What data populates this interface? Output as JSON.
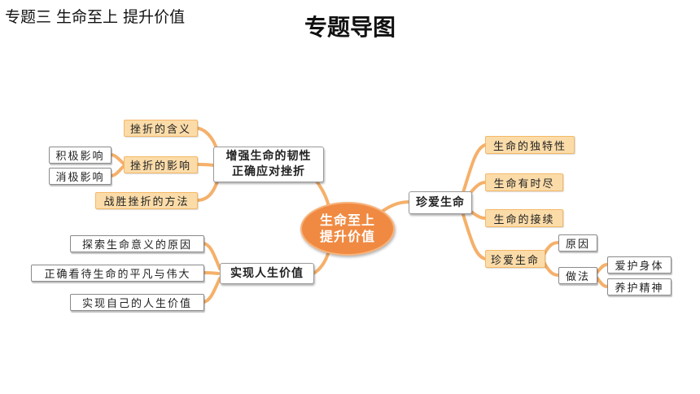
{
  "header": {
    "title": "专题三  生命至上  提升价值"
  },
  "main_title": "专题导图",
  "colors": {
    "link": "#f5b06a",
    "center_fill": "#f08a42",
    "leaf_fill": "#fbdca9"
  },
  "center": {
    "line1": "生命至上",
    "line2": "提升价值"
  },
  "branches": {
    "resilience": {
      "line1": "增强生命的韧性",
      "line2": "正确应对挫折",
      "items": {
        "meaning": "挫折的含义",
        "influence": "挫折的影响",
        "method": "战胜挫折的方法"
      },
      "influence_items": {
        "positive": "积极影响",
        "negative": "消极影响"
      }
    },
    "value": {
      "label": "实现人生价值",
      "items": [
        "探索生命意义的原因",
        "正确看待生命的平凡与伟大",
        "实现自己的人生价值"
      ]
    },
    "cherish": {
      "label": "珍爱生命",
      "items": [
        "生命的独特性",
        "生命有时尽",
        "生命的接续"
      ],
      "sub": {
        "label": "珍爱生命",
        "reason": "原因",
        "practice": "做法",
        "practice_items": [
          "爱护身体",
          "养护精神"
        ]
      }
    }
  }
}
